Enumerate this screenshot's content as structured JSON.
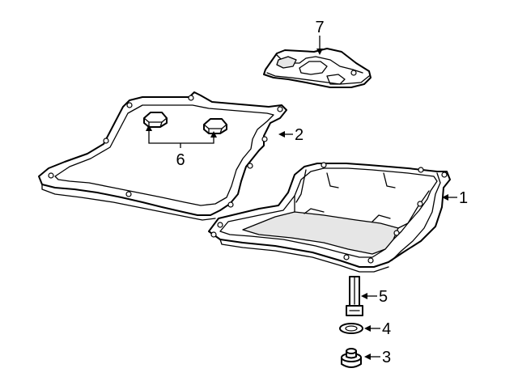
{
  "callouts": [
    {
      "number": "1",
      "part": "transmission-oil-pan"
    },
    {
      "number": "2",
      "part": "pan-gasket"
    },
    {
      "number": "3",
      "part": "drain-plug"
    },
    {
      "number": "4",
      "part": "drain-plug-washer"
    },
    {
      "number": "5",
      "part": "pan-bolt"
    },
    {
      "number": "6",
      "part": "gasket-magnets"
    },
    {
      "number": "7",
      "part": "transmission-filter"
    }
  ],
  "line_color": "#000000",
  "background": "#ffffff"
}
